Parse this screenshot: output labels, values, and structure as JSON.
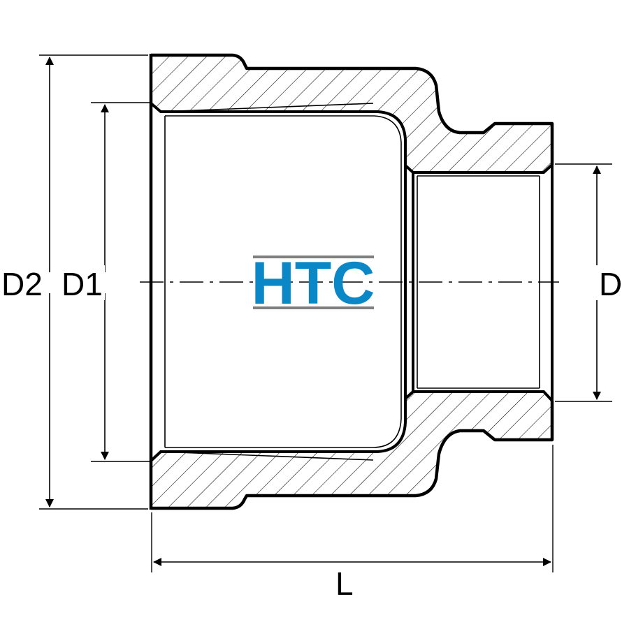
{
  "labels": {
    "d2": "D2",
    "d1": "D1",
    "d": "D",
    "l": "L"
  },
  "logo": {
    "text": "HTC",
    "text_color": "#0a87c6",
    "bar_color": "#7f7f7f"
  },
  "colors": {
    "outline": "#000000",
    "hatch": "#000000",
    "background": "#ffffff"
  }
}
